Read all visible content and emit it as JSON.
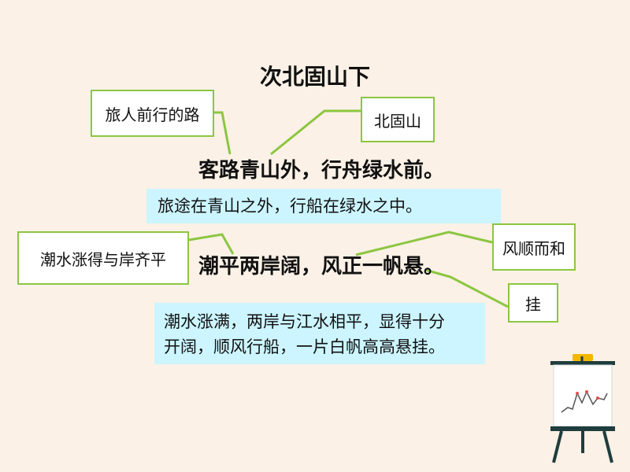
{
  "title": "次北固山下",
  "line1": {
    "verse": "客路青山外，行舟绿水前。",
    "translation": "旅途在青山之外，行船在绿水之中。"
  },
  "line2": {
    "verse": "潮平两岸阔，风正一帆悬。",
    "translation_1": "潮水涨满，两岸与江水相平，显得十分",
    "translation_2": "开阔，顺风行船，一片白帆高高悬挂。"
  },
  "notes": {
    "kelu": "旅人前行的路",
    "qingshan": "北固山",
    "chaoping": "潮水涨得与岸齐平",
    "fengzheng": "风顺而和",
    "xuan": "挂"
  },
  "colors": {
    "background": "#fbf1e6",
    "note_border": "#8cc640",
    "translation_bg": "#ccf5ff",
    "easel_board": "#1f3d3d",
    "easel_clip": "#f2b800"
  },
  "icons": {
    "easel": "chart-easel-icon"
  }
}
